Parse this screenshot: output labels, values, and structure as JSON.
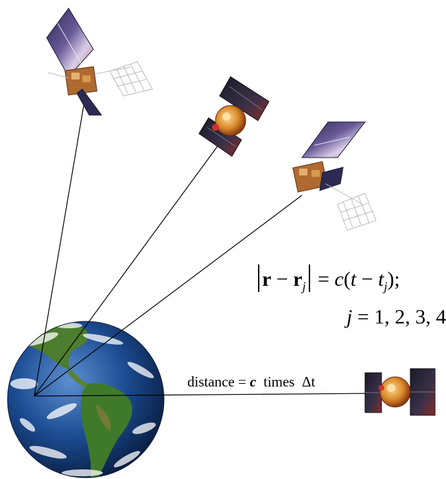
{
  "equation": {
    "line1_r": "r",
    "line1_minus": "−",
    "line1_rj": "r",
    "line1_j": "j",
    "line1_rhs_c": "c",
    "line1_rhs_open": "(",
    "line1_rhs_t": "t",
    "line1_rhs_minus": " − ",
    "line1_rhs_tj": "t",
    "line1_rhs_j": "j",
    "line1_rhs_close": ");",
    "line2_j": "j",
    "line2_rest": " = 1, 2, 3, 4."
  },
  "distance_label": {
    "prefix": "distance = ",
    "c": "c",
    "middle": "  times  ",
    "delta": "Δt"
  },
  "colors": {
    "ocean": "#1a4a8a",
    "land": "#3f7a2a",
    "panel_dark": "#2a2840",
    "panel_light": "#c8c8e0",
    "gold": "#c9872a"
  }
}
